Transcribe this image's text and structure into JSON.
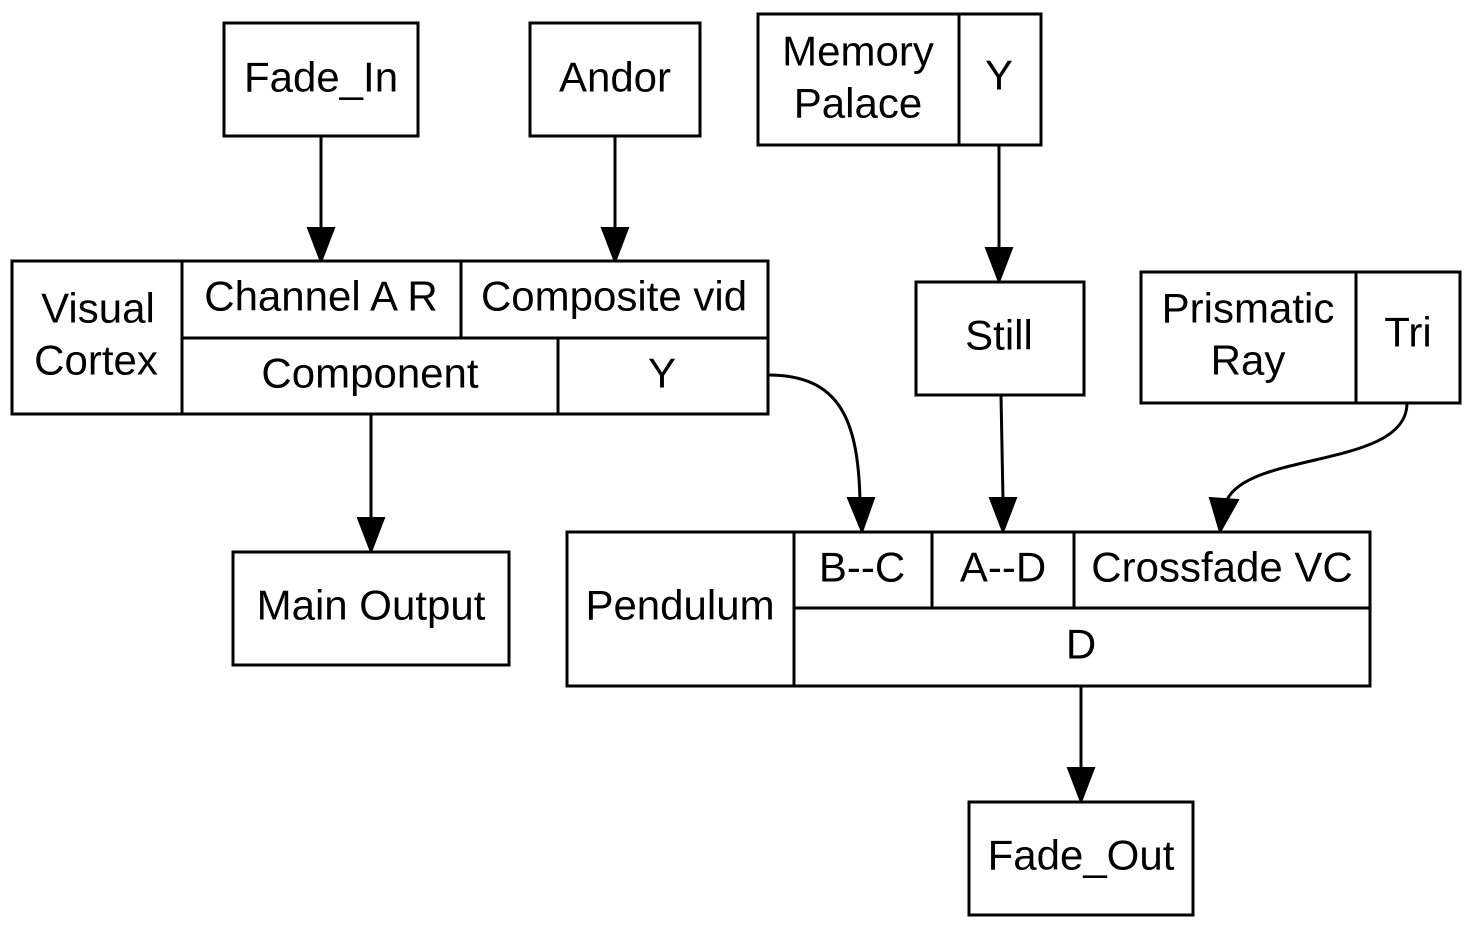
{
  "nodes": {
    "fade_in": {
      "label": "Fade_In"
    },
    "andor": {
      "label": "Andor"
    },
    "memory_palace": {
      "name_lines": [
        "Memory",
        "Palace"
      ],
      "port_y": "Y"
    },
    "visual_cortex": {
      "name_lines": [
        "Visual",
        "Cortex"
      ],
      "port_channel_a_r": "Channel A R",
      "port_composite_vid": "Composite vid",
      "port_component": "Component",
      "port_y": "Y"
    },
    "still": {
      "label": "Still"
    },
    "prismatic_ray": {
      "name_lines": [
        "Prismatic",
        "Ray"
      ],
      "port_tri": "Tri"
    },
    "main_output": {
      "label": "Main Output"
    },
    "pendulum": {
      "label": "Pendulum",
      "port_b_c": "B--C",
      "port_a_d": "A--D",
      "port_crossfade_vc": "Crossfade VC",
      "port_d": "D"
    },
    "fade_out": {
      "label": "Fade_Out"
    }
  },
  "edges": [
    {
      "from": "Fade_In",
      "to": "Visual Cortex / Channel A R"
    },
    {
      "from": "Andor",
      "to": "Visual Cortex / Composite vid"
    },
    {
      "from": "Memory Palace / Y",
      "to": "Still"
    },
    {
      "from": "Visual Cortex / Component",
      "to": "Main Output"
    },
    {
      "from": "Visual Cortex / Y",
      "to": "Pendulum / B--C"
    },
    {
      "from": "Still",
      "to": "Pendulum / A--D"
    },
    {
      "from": "Prismatic Ray / Tri",
      "to": "Pendulum / Crossfade VC"
    },
    {
      "from": "Pendulum / D",
      "to": "Fade_Out"
    }
  ],
  "colors": {
    "stroke": "#000000",
    "background": "#ffffff"
  }
}
